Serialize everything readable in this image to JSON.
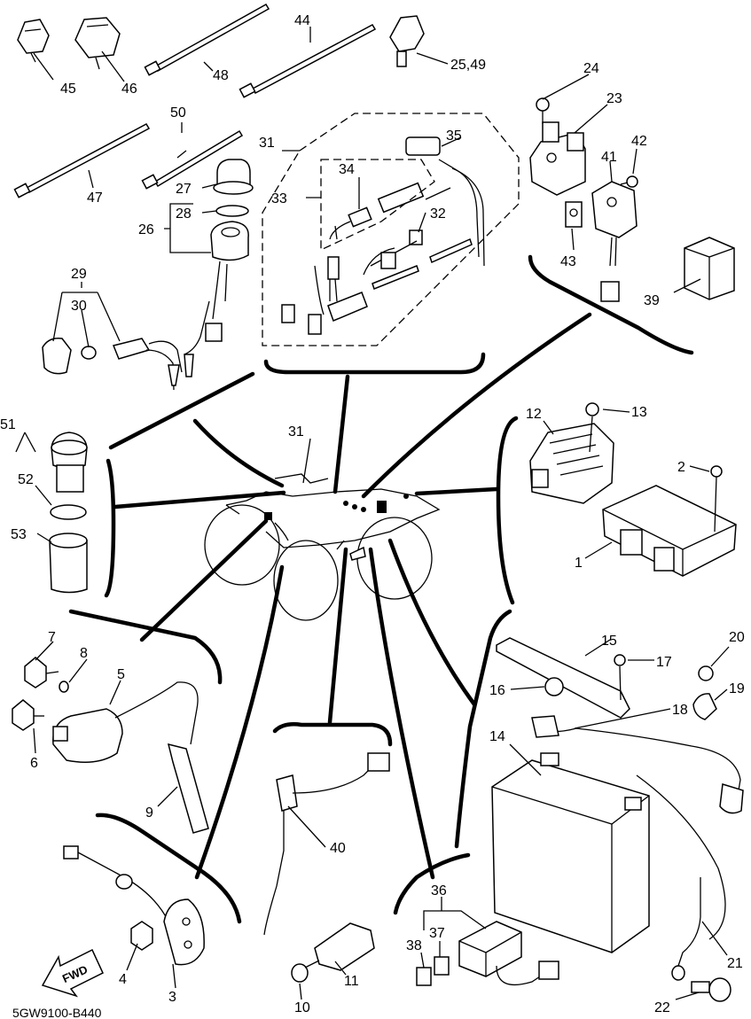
{
  "diagram_code": "5GW9100-B440",
  "fwd_label": "FWD",
  "callouts": {
    "c1": "1",
    "c2": "2",
    "c3": "3",
    "c4": "4",
    "c5": "5",
    "c6": "6",
    "c7": "7",
    "c8": "8",
    "c9": "9",
    "c10": "10",
    "c11": "11",
    "c12": "12",
    "c13": "13",
    "c14": "14",
    "c15": "15",
    "c16": "16",
    "c17": "17",
    "c18": "18",
    "c19": "19",
    "c20": "20",
    "c21": "21",
    "c22": "22",
    "c23": "23",
    "c24": "24",
    "c25_49": "25,49",
    "c26": "26",
    "c27": "27",
    "c28": "28",
    "c29": "29",
    "c30": "30",
    "c31a": "31",
    "c31b": "31",
    "c32": "32",
    "c33": "33",
    "c34": "34",
    "c35": "35",
    "c36": "36",
    "c37": "37",
    "c38": "38",
    "c39": "39",
    "c40": "40",
    "c41": "41",
    "c42": "42",
    "c43": "43",
    "c44": "44",
    "c45": "45",
    "c46": "46",
    "c47": "47",
    "c48": "48",
    "c50": "50",
    "c51": "51",
    "c52": "52",
    "c53": "53"
  }
}
